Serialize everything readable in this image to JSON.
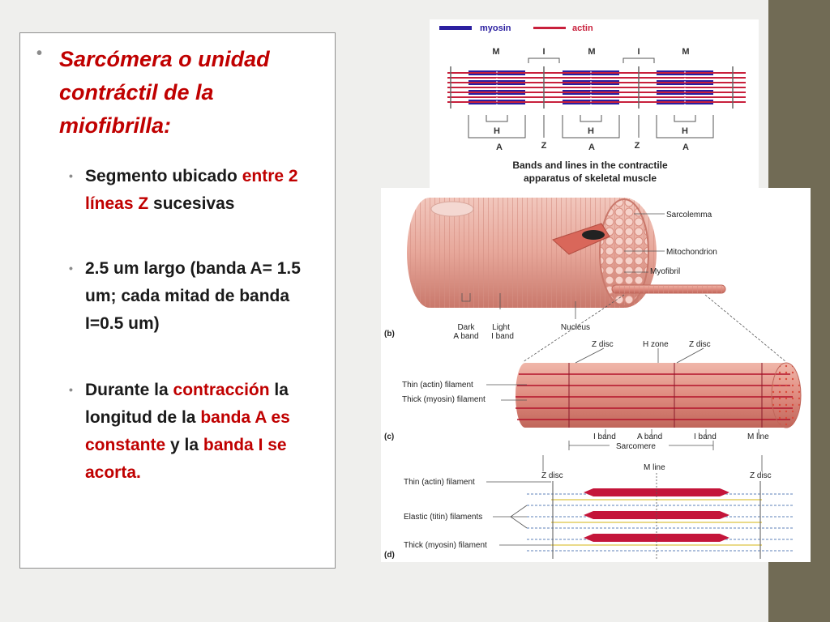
{
  "slide": {
    "title": "Sarcómera o unidad contráctil de la miofibrilla:",
    "bullets": [
      {
        "parts": [
          {
            "text": "Segmento ubicado ",
            "red": false
          },
          {
            "text": "entre 2 líneas Z",
            "red": true
          },
          {
            "text": " sucesivas",
            "red": false
          }
        ]
      },
      {
        "parts": [
          {
            "text": "2.5 um largo (banda A= 1.5 um; cada mitad de banda I=0.5 um)",
            "red": false
          }
        ]
      },
      {
        "parts": [
          {
            "text": "Durante la ",
            "red": false
          },
          {
            "text": "contracción",
            "red": true
          },
          {
            "text": " la longitud de la ",
            "red": false
          },
          {
            "text": "banda A es constante",
            "red": true
          },
          {
            "text": " y la ",
            "red": false
          },
          {
            "text": "banda I se acorta.",
            "red": true
          }
        ]
      }
    ]
  },
  "diagram_top": {
    "legend_myosin": "myosin",
    "legend_actin": "actin",
    "top_labels": [
      "M",
      "I",
      "M",
      "I",
      "M"
    ],
    "h_labels": [
      "H",
      "H",
      "H"
    ],
    "bottom_labels": [
      "A",
      "Z",
      "A",
      "Z",
      "A"
    ],
    "caption_line1": "Bands and lines in the contractile",
    "caption_line2": "apparatus of skeletal muscle"
  },
  "diagram_b": {
    "panel": "(b)",
    "sarcolemma": "Sarcolemma",
    "mitochondrion": "Mitochondrion",
    "myofibril": "Myofibril",
    "dark_band_1": "Dark",
    "dark_band_2": "A band",
    "light_band_1": "Light",
    "light_band_2": "I band",
    "nucleus": "Nucleus"
  },
  "diagram_c": {
    "panel": "(c)",
    "z_disc_left": "Z disc",
    "h_zone": "H zone",
    "z_disc_right": "Z disc",
    "thin_filament": "Thin (actin) filament",
    "thick_filament": "Thick (myosin) filament",
    "i_band_left": "I band",
    "a_band": "A band",
    "i_band_right": "I band",
    "m_line": "M line",
    "sarcomere": "Sarcomere"
  },
  "diagram_d": {
    "panel": "(d)",
    "m_line": "M line",
    "z_disc_left": "Z disc",
    "z_disc_right": "Z disc",
    "thin_filament": "Thin (actin) filament",
    "elastic_filaments": "Elastic (titin) filaments",
    "thick_filament": "Thick (myosin) filament"
  },
  "colors": {
    "title_red": "#c00000",
    "myosin": "#2b1fa0",
    "actin": "#c8203c",
    "side_strip": "#716b55"
  }
}
